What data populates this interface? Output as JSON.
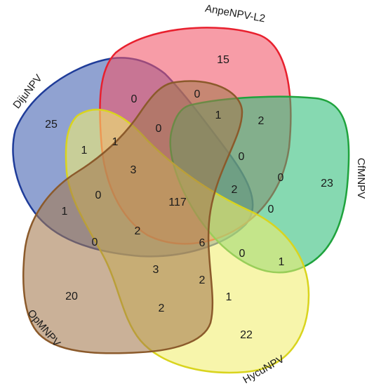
{
  "diagram": {
    "type": "venn-5",
    "sets": [
      {
        "id": "dijunpv",
        "label": "DijuNPV",
        "fill": "#3F5FB0",
        "stroke": "#1F3C99"
      },
      {
        "id": "anpenpv",
        "label": "AnpeNPV-L2",
        "fill": "#F25567",
        "stroke": "#E8202E"
      },
      {
        "id": "cfmnpv",
        "label": "CfMNPV",
        "fill": "#2FBE78",
        "stroke": "#1FA33D"
      },
      {
        "id": "hycunpv",
        "label": "HycuNPV",
        "fill": "#F2EE6E",
        "stroke": "#D9D41E"
      },
      {
        "id": "opmnpv",
        "label": "OpMNPV",
        "fill": "#A3784E",
        "stroke": "#8B5A2B"
      }
    ],
    "region_counts": [
      "15",
      "25",
      "23",
      "22",
      "20",
      "0",
      "0",
      "1",
      "2",
      "0",
      "1",
      "1",
      "0",
      "3",
      "0",
      "117",
      "2",
      "0",
      "0",
      "1",
      "2",
      "6",
      "0",
      "0",
      "3",
      "1",
      "2",
      "1",
      "2"
    ]
  }
}
